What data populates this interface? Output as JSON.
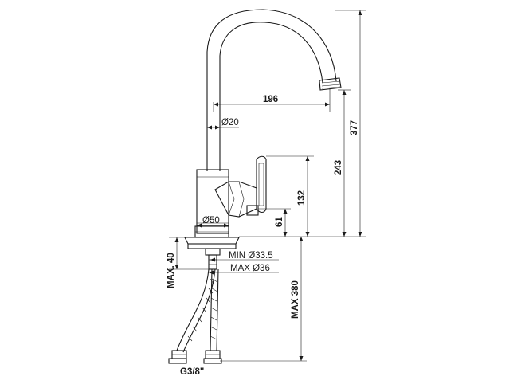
{
  "dimensions": {
    "reach": "196",
    "spout_diameter": "Ø20",
    "total_height": "377",
    "spout_height": "243",
    "lever_height": "132",
    "handle_height": "61",
    "body_diameter": "Ø50",
    "min_hole": "MIN Ø33.5",
    "max_hole": "MAX Ø36",
    "max_thickness": "MAX. 40",
    "hose_length": "MAX 380",
    "connection": "G3/8\""
  }
}
